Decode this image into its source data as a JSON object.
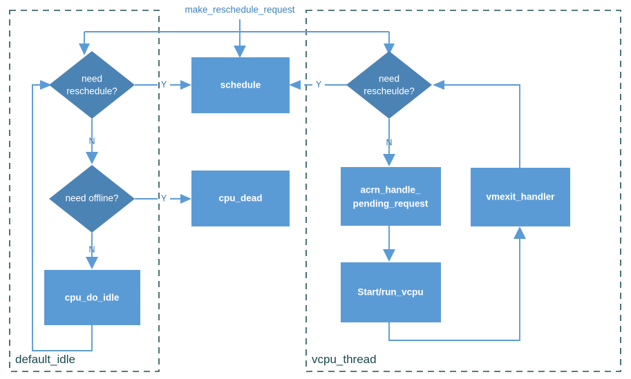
{
  "diagram": {
    "title_label": "make_reschedule_request",
    "colors": {
      "box_fill": "#5b9bd5",
      "diamond_fill": "#4b83b4",
      "edge": "#5b9bd5",
      "group_border": "#1f4e52",
      "group_label": "#17494d",
      "node_text": "#ffffff",
      "edge_label": "#2e74a8"
    },
    "groups": [
      {
        "id": "default_idle",
        "label": "default_idle"
      },
      {
        "id": "vcpu_thread",
        "label": "vcpu_thread"
      }
    ],
    "nodes": {
      "need_reschedule": {
        "label_line1": "need",
        "label_line2": "reschedule?",
        "shape": "diamond"
      },
      "need_offline": {
        "label_line1": "need offline?",
        "label_line2": "",
        "shape": "diamond"
      },
      "cpu_do_idle": {
        "label_line1": "cpu_do_idle",
        "label_line2": "",
        "shape": "box"
      },
      "schedule": {
        "label_line1": "schedule",
        "label_line2": "",
        "shape": "box"
      },
      "cpu_dead": {
        "label_line1": "cpu_dead",
        "label_line2": "",
        "shape": "box"
      },
      "need_rescheulde": {
        "label_line1": "need",
        "label_line2": "rescheulde?",
        "shape": "diamond"
      },
      "acrn_handle_pending_request": {
        "label_line1": "acrn_handle_",
        "label_line2": "pending_request",
        "shape": "box"
      },
      "start_run_vcpu": {
        "label_line1": "Start/run_vcpu",
        "label_line2": "",
        "shape": "box"
      },
      "vmexit_handler": {
        "label_line1": "vmexit_handler",
        "label_line2": "",
        "shape": "box"
      }
    },
    "edge_labels": {
      "left_reschedule_yes": "Y",
      "left_reschedule_no": "N",
      "left_offline_yes": "Y",
      "left_offline_no": "N",
      "right_reschedule_yes": "Y",
      "right_reschedule_no": "N"
    }
  }
}
